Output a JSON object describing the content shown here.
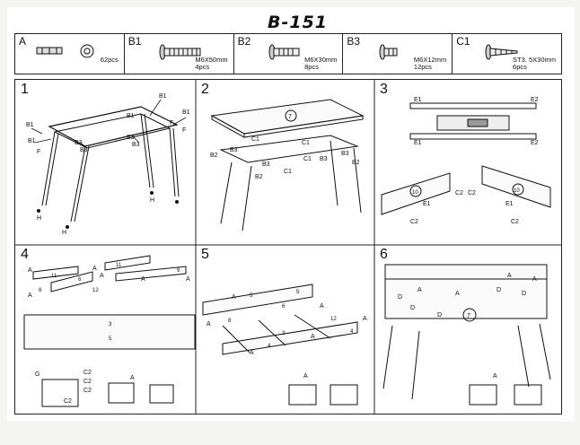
{
  "header": {
    "model": "B-151"
  },
  "parts": [
    {
      "code": "A",
      "name": "wooden-dowel",
      "size": "",
      "qty": "62pcs"
    },
    {
      "code": "B1",
      "name": "bolt",
      "size": "M6X50mm",
      "qty": "4pcs"
    },
    {
      "code": "B2",
      "name": "bolt",
      "size": "M6X30mm",
      "qty": "8pcs"
    },
    {
      "code": "B3",
      "name": "bolt",
      "size": "M6X12mm",
      "qty": "12pcs"
    },
    {
      "code": "C1",
      "name": "wood-screw",
      "size": "ST3. 5X30mm",
      "qty": "6pcs"
    }
  ],
  "steps": {
    "s1": {
      "number": "1",
      "labels": [
        "B1",
        "B1",
        "B1",
        "B1",
        "B1",
        "B3",
        "B3",
        "B3",
        "B3",
        "F",
        "F",
        "F",
        "H",
        "H",
        "H"
      ]
    },
    "s2": {
      "number": "2",
      "panel": "7",
      "labels": [
        "C1",
        "C1",
        "C1",
        "C1",
        "B2",
        "B2",
        "B2",
        "B3",
        "B3",
        "B3",
        "B3"
      ]
    },
    "s3": {
      "number": "3",
      "panels": [
        "10",
        "10"
      ],
      "labels": [
        "E1",
        "E2",
        "E1",
        "E2",
        "E1",
        "E1",
        "C2",
        "C2",
        "C2",
        "C2"
      ]
    },
    "s4": {
      "number": "4",
      "panels": [
        "11",
        "11",
        "6",
        "9",
        "8",
        "12",
        "3",
        "5"
      ],
      "labels": [
        "A",
        "A",
        "A",
        "A",
        "A",
        "A",
        "G",
        "C2",
        "C2",
        "C2",
        "C2",
        "A"
      ]
    },
    "s5": {
      "number": "5",
      "panels": [
        "5",
        "5",
        "6",
        "8",
        "12",
        "3",
        "4",
        "4"
      ],
      "labels": [
        "A",
        "A",
        "A",
        "A",
        "A",
        "A",
        "A"
      ]
    },
    "s6": {
      "number": "6",
      "panel": "7",
      "labels": [
        "D",
        "D",
        "D",
        "D",
        "D",
        "A",
        "A",
        "A",
        "A",
        "A"
      ]
    }
  }
}
